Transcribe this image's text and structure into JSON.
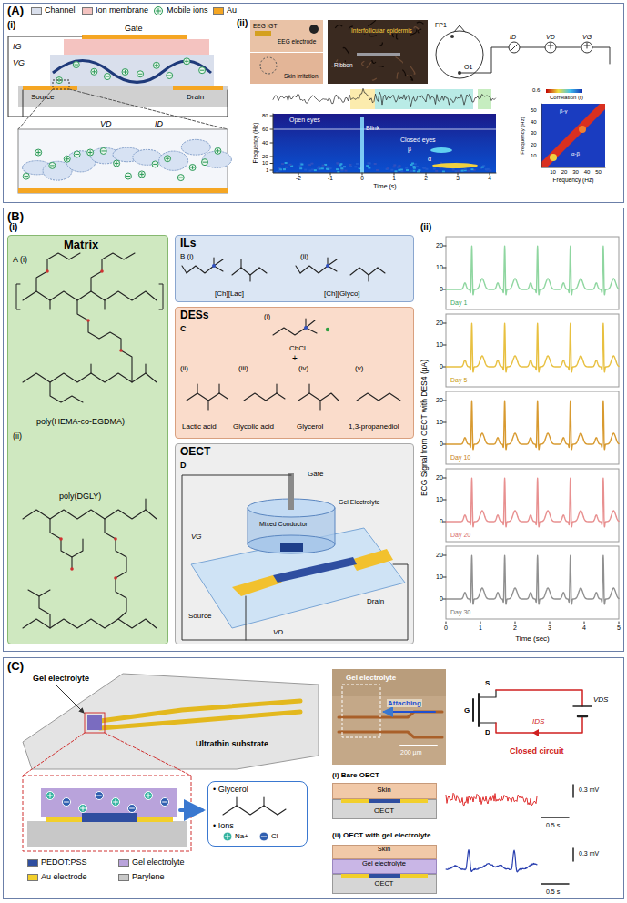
{
  "diagram": {
    "nodes": [
      {
        "text": [
          "(A)"
        ]
      },
      {
        "text": [
          "(B)"
        ]
      },
      {
        "text": [
          "Matrix",
          "A (i)",
          "poly(HEMA-co-EGDMA)",
          "(ii)",
          "poly(DGLY)"
        ],
        "in": 1
      },
      {
        "text": [
          "ILs",
          "B (i)",
          "(ii)",
          "[Ch][Lac]",
          "[Ch][Glyco]"
        ],
        "in": 1
      },
      {
        "text": [
          "DESs",
          "C",
          "(i)",
          "ChCl",
          "+",
          "(ii)",
          "(iii)",
          "(iv)",
          "(v)",
          "Lactic acid",
          "Glycolic acid",
          "Glycerol",
          "1,3-propanediol"
        ],
        "in": 1
      },
      {
        "text": [
          "OECT",
          "D",
          "Gate",
          "VG",
          "VD",
          "Source",
          "Drain",
          "Mixed Conductor",
          "Gel Electrolyte"
        ],
        "in": 1
      },
      {
        "text": [
          "(C)"
        ]
      },
      {
        "text": [
          "• Glycerol",
          "• Ions",
          "Na+",
          "Cl-"
        ],
        "in": 6
      },
      {
        "text": [
          "Skin"
        ],
        "in": 6
      },
      {
        "text": [
          "OECT"
        ],
        "in": 6
      },
      {
        "text": [
          "Skin"
        ],
        "in": 6
      },
      {
        "text": [
          "Gel electrolyte"
        ],
        "in": 6
      },
      {
        "text": [
          "OECT"
        ],
        "in": 6
      }
    ],
    "labels": [
      "(i)",
      "Gate",
      "IG",
      "VG",
      "Source",
      "Drain",
      "VD",
      "ID",
      "(ii)",
      "EEG IGT",
      "EEG electrode",
      "Skin irritation",
      "Interfollicular epidermis",
      "Ribbon",
      "FP1",
      "O1",
      "ID",
      "VD",
      "VG",
      "80",
      "60",
      "40",
      "20",
      "10",
      "1",
      "Frequency (Hz)",
      "-2",
      "-1",
      "0",
      "1",
      "2",
      "3",
      "4",
      "Time (s)",
      "Open eyes",
      "Blink",
      "Closed eyes",
      "β",
      "α",
      "0.6",
      "Correlation (r)",
      "50",
      "40",
      "30",
      "20",
      "10",
      "Frequency (Hz)",
      "10",
      "20",
      "30",
      "40",
      "50",
      "Frequency (Hz)",
      "α-β",
      "β-γ",
      "(i)",
      "(ii)",
      "ECG Signal from OECT with DES4 (μA)",
      "20",
      "10",
      "0",
      "20",
      "10",
      "0",
      "20",
      "10",
      "0",
      "20",
      "10",
      "0",
      "20",
      "10",
      "0",
      "Day 1",
      "Day 5",
      "Day 10",
      "Day 20",
      "Day 30",
      "0",
      "1",
      "2",
      "3",
      "4",
      "5",
      "Time (sec)",
      "Gel electrolyte",
      "Ultrathin substrate",
      "Gel electrolyte",
      "Attaching",
      "200 µm",
      "G",
      "S",
      "D",
      "VDS",
      "IDS",
      "Closed circuit",
      "(i) Bare OECT",
      "0.3 mV",
      "0.5 s",
      "(ii) OECT with gel electrolyte",
      "0.3 mV",
      "0.5 s"
    ],
    "legend": [
      {
        "text": "Channel",
        "color": "#d9dfec"
      },
      {
        "text": "Ion membrane",
        "color": "#f4c3c0"
      },
      {
        "text": "Mobile ions"
      },
      {
        "text": "Au",
        "color": "#f5a623"
      },
      {
        "text": "PEDOT:PSS",
        "color": "#2f4ea0"
      },
      {
        "text": "Gel electrolyte",
        "color": "#b9a3db"
      },
      {
        "text": "Au electrode",
        "color": "#f2cf2b"
      },
      {
        "text": "Parylene",
        "color": "#c8c8c8"
      }
    ]
  }
}
